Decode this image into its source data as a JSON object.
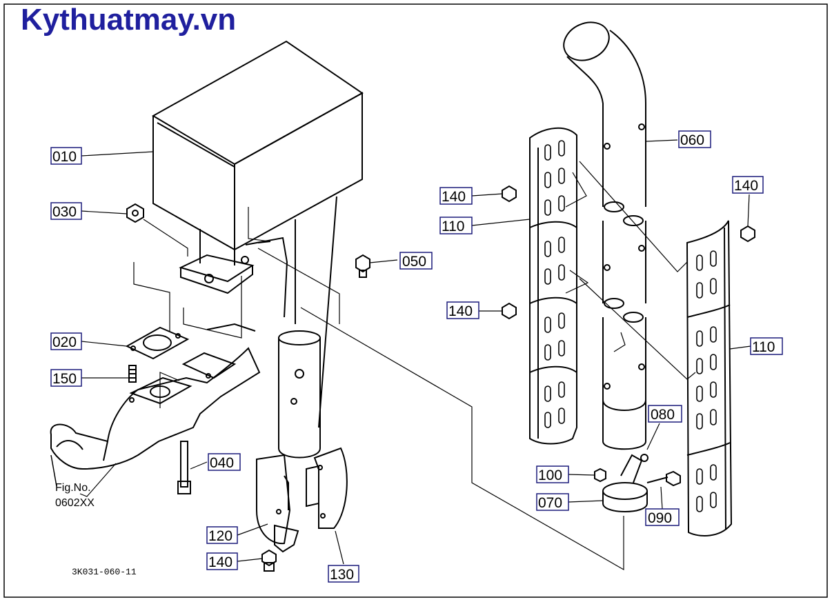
{
  "brand": "Kythuatmay.vn",
  "figure_ref": {
    "line1": "Fig.No.",
    "line2": "0602XX"
  },
  "drawing_code": "3K031-060-11",
  "callouts": {
    "muffler_box": "010",
    "gasket": "020",
    "nut": "030",
    "stud_bolt": "040",
    "bolt": "050",
    "tail_pipe": "060",
    "clamp": "070",
    "bracket": "080",
    "clamp_bolt": "090",
    "clamp_nut": "100",
    "pipe_cover_left": "110",
    "pipe_cover_right": "110",
    "cover_lower_left": "120",
    "cover_lower_right": "130",
    "cover_bolt_top_left": "140",
    "cover_bolt_mid_left": "140",
    "cover_bolt_right": "140",
    "cover_bolt_bottom": "140",
    "stud": "150"
  },
  "colors": {
    "brand": "#1f1f9e",
    "box_border": "#1a1a7a",
    "ink": "#000000"
  }
}
